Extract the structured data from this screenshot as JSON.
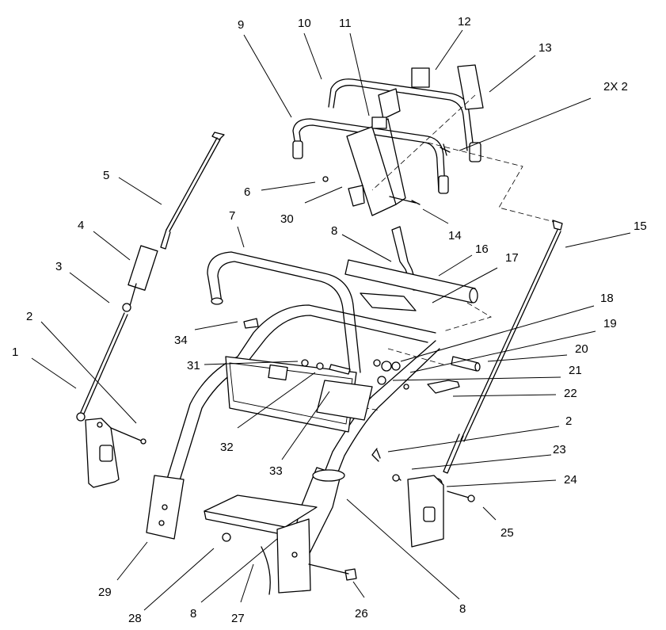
{
  "callouts": [
    {
      "id": "c1",
      "text": "1"
    },
    {
      "id": "c2",
      "text": "2"
    },
    {
      "id": "c3",
      "text": "3"
    },
    {
      "id": "c4",
      "text": "4"
    },
    {
      "id": "c5",
      "text": "5"
    },
    {
      "id": "c6",
      "text": "6"
    },
    {
      "id": "c7",
      "text": "7"
    },
    {
      "id": "c8a",
      "text": "8"
    },
    {
      "id": "c9",
      "text": "9"
    },
    {
      "id": "c10",
      "text": "10"
    },
    {
      "id": "c11",
      "text": "11"
    },
    {
      "id": "c12",
      "text": "12"
    },
    {
      "id": "c13",
      "text": "13"
    },
    {
      "id": "c2x2",
      "text": "2X 2"
    },
    {
      "id": "c14",
      "text": "14"
    },
    {
      "id": "c15",
      "text": "15"
    },
    {
      "id": "c16",
      "text": "16"
    },
    {
      "id": "c17",
      "text": "17"
    },
    {
      "id": "c18",
      "text": "18"
    },
    {
      "id": "c19",
      "text": "19"
    },
    {
      "id": "c20",
      "text": "20"
    },
    {
      "id": "c21",
      "text": "21"
    },
    {
      "id": "c22",
      "text": "22"
    },
    {
      "id": "c2b",
      "text": "2"
    },
    {
      "id": "c23",
      "text": "23"
    },
    {
      "id": "c24",
      "text": "24"
    },
    {
      "id": "c25",
      "text": "25"
    },
    {
      "id": "c26",
      "text": "26"
    },
    {
      "id": "c27",
      "text": "27"
    },
    {
      "id": "c8b",
      "text": "8"
    },
    {
      "id": "c28",
      "text": "28"
    },
    {
      "id": "c29",
      "text": "29"
    },
    {
      "id": "c8c",
      "text": "8"
    },
    {
      "id": "c30",
      "text": "30"
    },
    {
      "id": "c31",
      "text": "31"
    },
    {
      "id": "c32",
      "text": "32"
    },
    {
      "id": "c33",
      "text": "33"
    },
    {
      "id": "c34",
      "text": "34"
    }
  ]
}
